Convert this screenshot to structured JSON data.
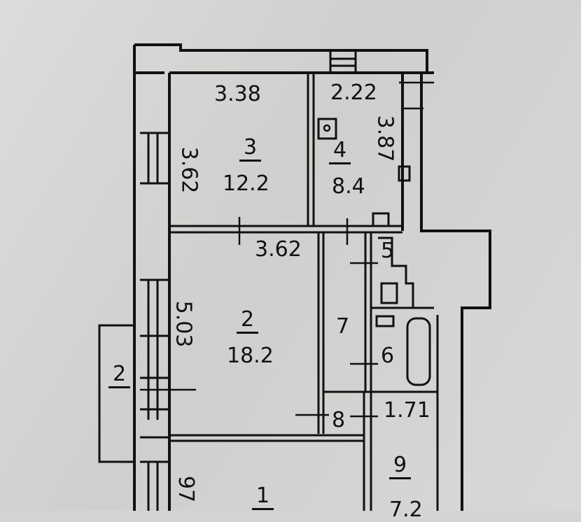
{
  "rooms": [
    {
      "number": "3",
      "area": "12.2"
    },
    {
      "number": "4",
      "area": "8.4"
    },
    {
      "number": "2",
      "area": "18.2"
    },
    {
      "number": "5"
    },
    {
      "number": "7"
    },
    {
      "number": "6"
    },
    {
      "number": "8"
    },
    {
      "number": "9",
      "area": "7.2"
    },
    {
      "number": "1"
    }
  ],
  "balcony": {
    "number": "2"
  },
  "dimensions": {
    "room3_width": "3.38",
    "room3_length": "3.62",
    "room4_width": "2.22",
    "room4_length": "3.87",
    "room2_width": "3.62",
    "room2_length": "5.03",
    "room9_width": "1.71",
    "room1_length": "97"
  },
  "colors": {
    "paper": "#d4d4d2",
    "ink": "#111111"
  }
}
